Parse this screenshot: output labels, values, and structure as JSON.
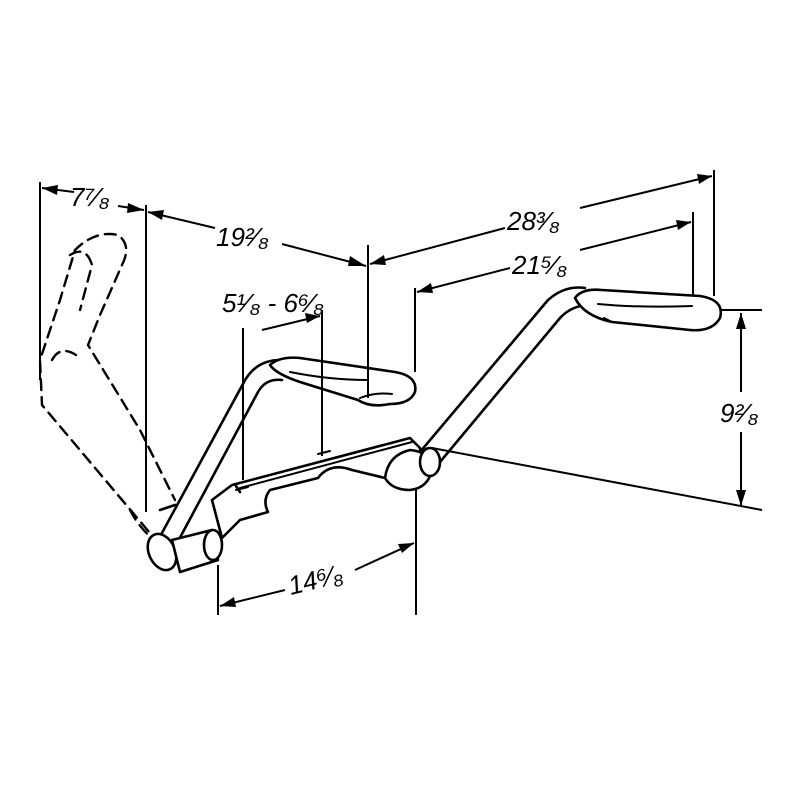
{
  "dimensions": {
    "left_offset": "7⁷⁄₈",
    "handle_reach": "19²⁄₈",
    "overall_span": "28³⁄₈",
    "inner_span": "21⁵⁄₈",
    "grip_width": "5¹⁄₈ - 6⁶⁄₈",
    "height": "9²⁄₈",
    "mount_width": "14⁶⁄₈"
  }
}
